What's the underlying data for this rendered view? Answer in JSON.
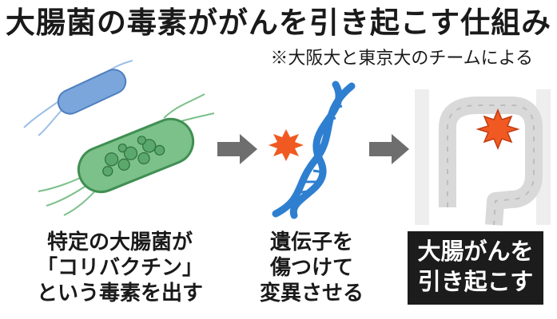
{
  "title": "大腸菌の毒素ががんを引き起こす仕組み",
  "source": "※大阪大と東京大のチームによる",
  "steps": [
    {
      "lines": [
        "特定の大腸菌が",
        "「コリバクチン」",
        "という毒素を出す"
      ]
    },
    {
      "lines": [
        "遺伝子を",
        "傷つけて",
        "変異させる"
      ]
    },
    {
      "lines": [
        "大腸がんを",
        "引き起こす"
      ]
    }
  ],
  "colors": {
    "bacterium_blue": "#7aa6dc",
    "bacterium_green": "#7cc08a",
    "dna_blue": "#2f7fd0",
    "burst_red": "#f05a22",
    "arrow_gray": "#6e6e6e",
    "intestine_gray": "#d9d9d9",
    "result_box": "#1c1c1c"
  }
}
